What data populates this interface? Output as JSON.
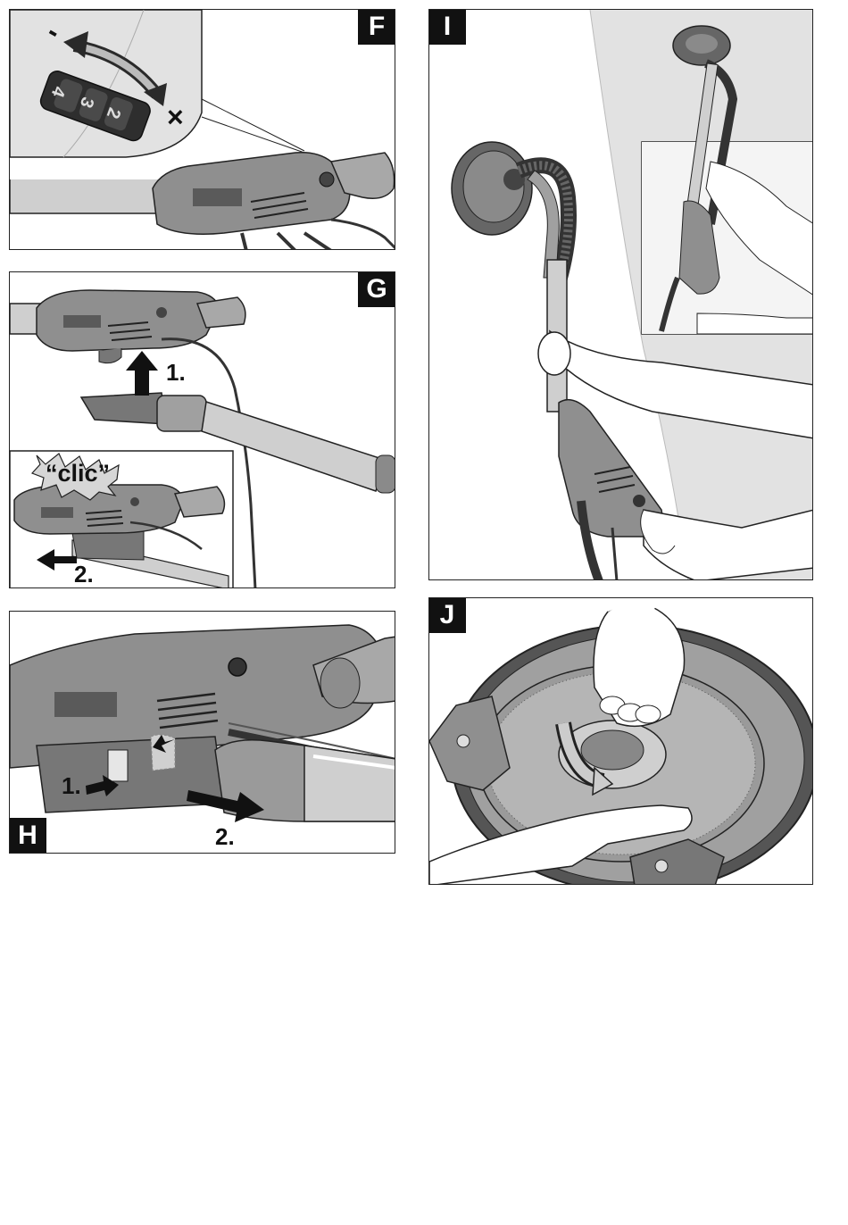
{
  "panels": {
    "f": {
      "label": "F",
      "wheel_numbers": [
        "4",
        "3",
        "2"
      ],
      "minus_symbol": "-",
      "max_symbol": "×"
    },
    "g": {
      "label": "G",
      "step1": "1.",
      "step2": "2.",
      "sound": "“clic”"
    },
    "h": {
      "label": "H",
      "step1": "1.",
      "step2": "2."
    },
    "i": {
      "label": "I"
    },
    "j": {
      "label": "J"
    }
  },
  "colors": {
    "tool_body": "#8f8f8f",
    "tool_light": "#c9c9c9",
    "tool_dark": "#5a5a5a",
    "background_gray": "#e2e2e2",
    "ink": "#111111"
  }
}
